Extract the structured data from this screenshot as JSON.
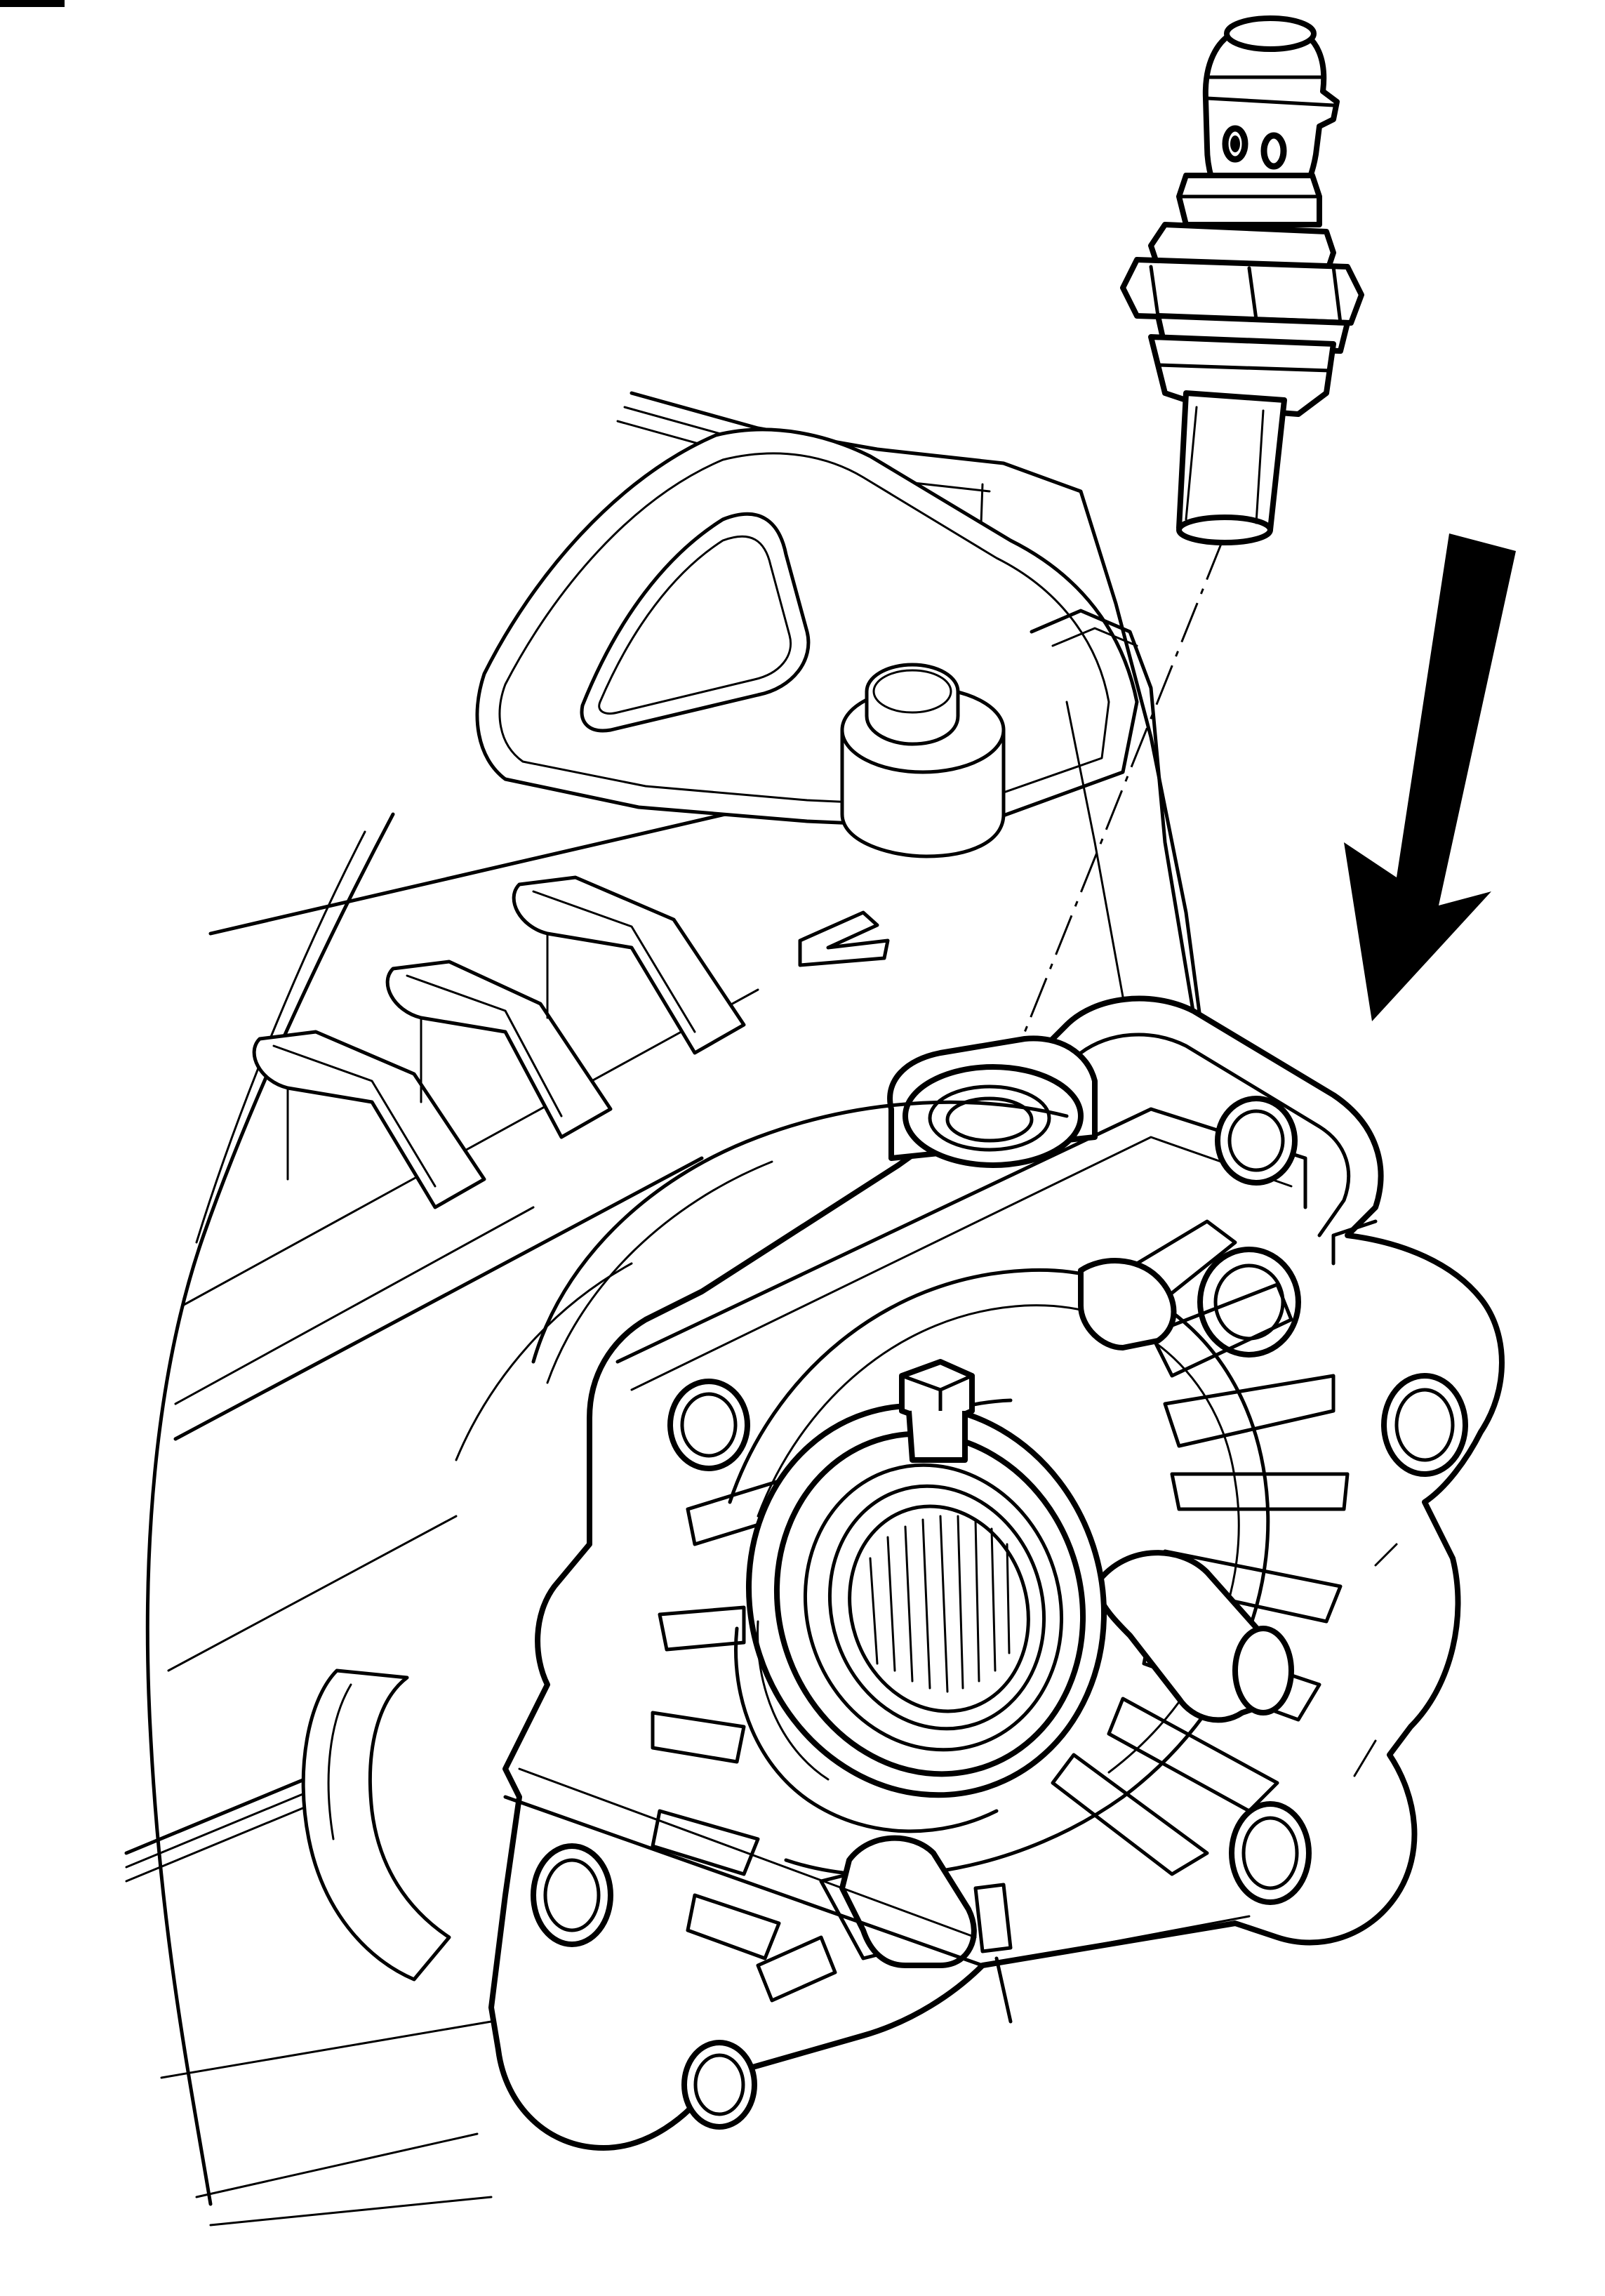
{
  "diagram": {
    "kind": "technical line illustration",
    "components": [
      "sensor",
      "gear-housing",
      "bearing-cover",
      "mounting-flange"
    ],
    "motion_arrow": "down-left",
    "colors": {
      "line": "#000000",
      "background": "#ffffff"
    }
  }
}
